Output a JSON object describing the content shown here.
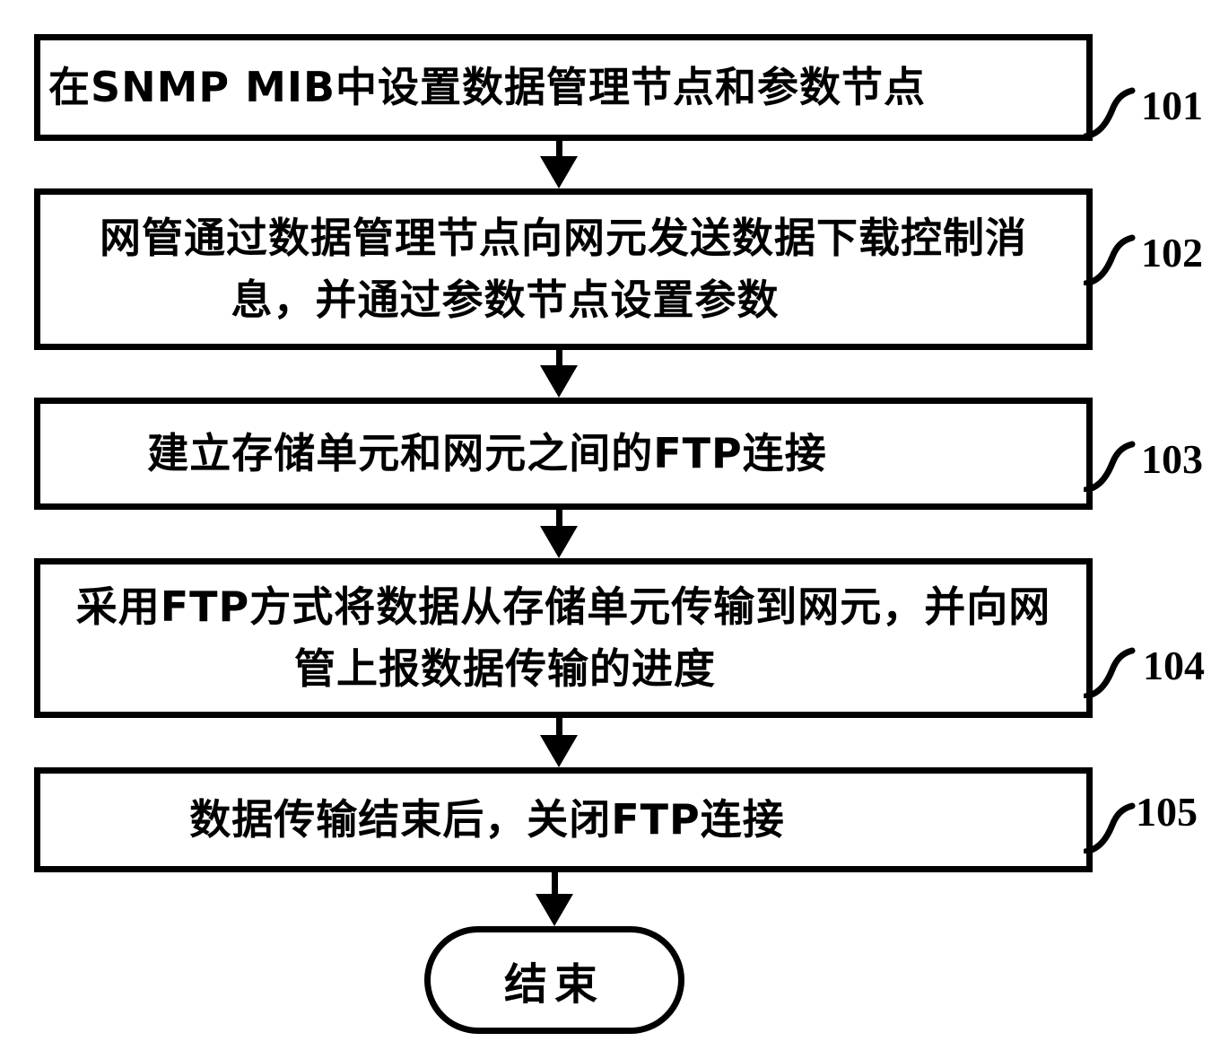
{
  "flowchart": {
    "steps": [
      {
        "ref": "101",
        "lines": [
          "在SNMP MIB中设置数据管理节点和参数节点"
        ]
      },
      {
        "ref": "102",
        "lines": [
          "网管通过数据管理节点向网元发送数据下载控制消",
          "息，并通过参数节点设置参数"
        ]
      },
      {
        "ref": "103",
        "lines": [
          "建立存储单元和网元之间的FTP连接"
        ]
      },
      {
        "ref": "104",
        "lines": [
          "采用FTP方式将数据从存储单元传输到网元，并向网",
          "管上报数据传输的进度"
        ]
      },
      {
        "ref": "105",
        "lines": [
          "数据传输结束后，关闭FTP连接"
        ]
      }
    ],
    "terminal": {
      "label": "结束"
    },
    "colors": {
      "ink": "#000000",
      "background": "#ffffff"
    }
  }
}
